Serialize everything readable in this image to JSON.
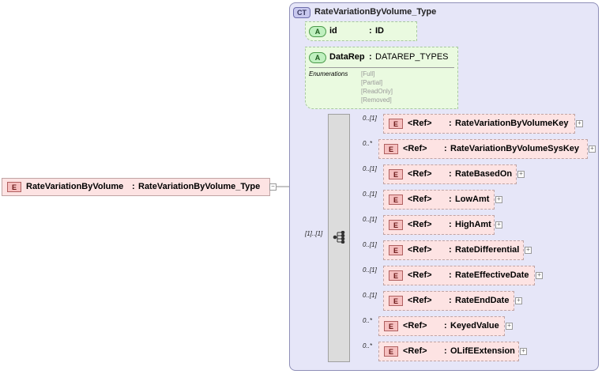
{
  "root": {
    "badge": "E",
    "name": "RateVariationByVolume",
    "sep": ":",
    "type": "RateVariationByVolume_Type"
  },
  "complex_type": {
    "badge": "CT",
    "name": "RateVariationByVolume_Type"
  },
  "attributes": [
    {
      "badge": "A",
      "name": "id",
      "sep": ":",
      "type": "ID"
    },
    {
      "badge": "A",
      "name": "DataRep",
      "sep": ":",
      "type": "DATAREP_TYPES",
      "enum_label": "Enumerations",
      "enumerations": [
        "[Full]",
        "[Partial]",
        "[ReadOnly]",
        "[Removed]"
      ]
    }
  ],
  "sequence": {
    "occurrence": "[1]..[1]"
  },
  "elements": [
    {
      "occurrence": "0..[1]",
      "badge": "E",
      "ref": "<Ref>",
      "sep": ":",
      "name": "RateVariationByVolumeKey"
    },
    {
      "occurrence": "0..*",
      "badge": "E",
      "ref": "<Ref>",
      "sep": ":",
      "name": "RateVariationByVolumeSysKey"
    },
    {
      "occurrence": "0..[1]",
      "badge": "E",
      "ref": "<Ref>",
      "sep": ":",
      "name": "RateBasedOn"
    },
    {
      "occurrence": "0..[1]",
      "badge": "E",
      "ref": "<Ref>",
      "sep": ":",
      "name": "LowAmt"
    },
    {
      "occurrence": "0..[1]",
      "badge": "E",
      "ref": "<Ref>",
      "sep": ":",
      "name": "HighAmt"
    },
    {
      "occurrence": "0..[1]",
      "badge": "E",
      "ref": "<Ref>",
      "sep": ":",
      "name": "RateDifferential"
    },
    {
      "occurrence": "0..[1]",
      "badge": "E",
      "ref": "<Ref>",
      "sep": ":",
      "name": "RateEffectiveDate"
    },
    {
      "occurrence": "0..[1]",
      "badge": "E",
      "ref": "<Ref>",
      "sep": ":",
      "name": "RateEndDate"
    },
    {
      "occurrence": "0..*",
      "badge": "E",
      "ref": "<Ref>",
      "sep": ":",
      "name": "KeyedValue"
    },
    {
      "occurrence": "0..*",
      "badge": "E",
      "ref": "<Ref>",
      "sep": ":",
      "name": "OLifEExtension"
    }
  ],
  "colors": {
    "element_fill": "#fde3e3",
    "attribute_fill": "#eafae0",
    "complex_type_fill": "#e6e6f8"
  }
}
